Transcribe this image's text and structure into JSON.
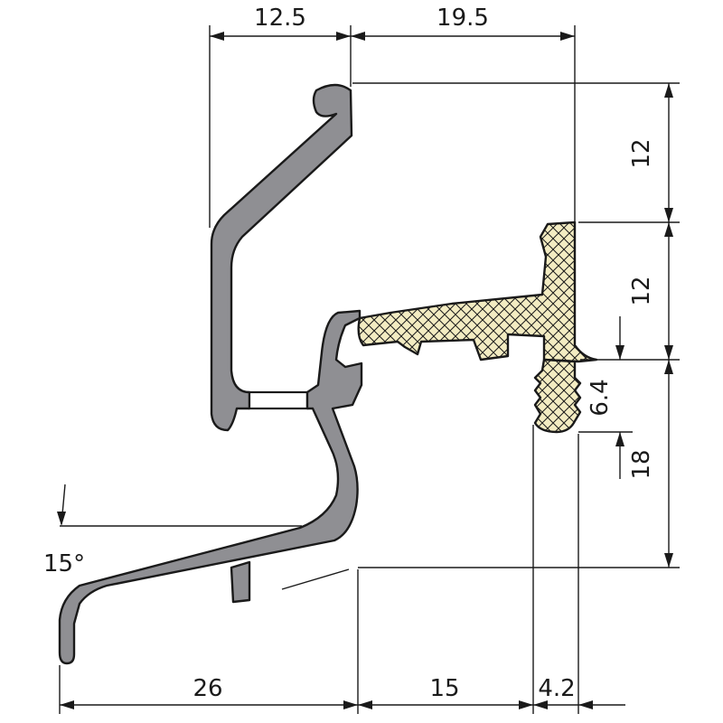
{
  "diagram": {
    "colors": {
      "aluminum_fill": "#8f8f93",
      "gasket_fill": "#f3ecc2",
      "outline": "#1a1a1a",
      "background": "#ffffff"
    },
    "dimensions": {
      "top_left": "12.5",
      "top_right": "19.5",
      "right_upper": "12",
      "right_middle": "12",
      "right_lower": "18",
      "gasket_depth": "6.4",
      "bottom_left": "26",
      "bottom_middle": "15",
      "bottom_right": "4.2",
      "angle": "15°"
    }
  }
}
